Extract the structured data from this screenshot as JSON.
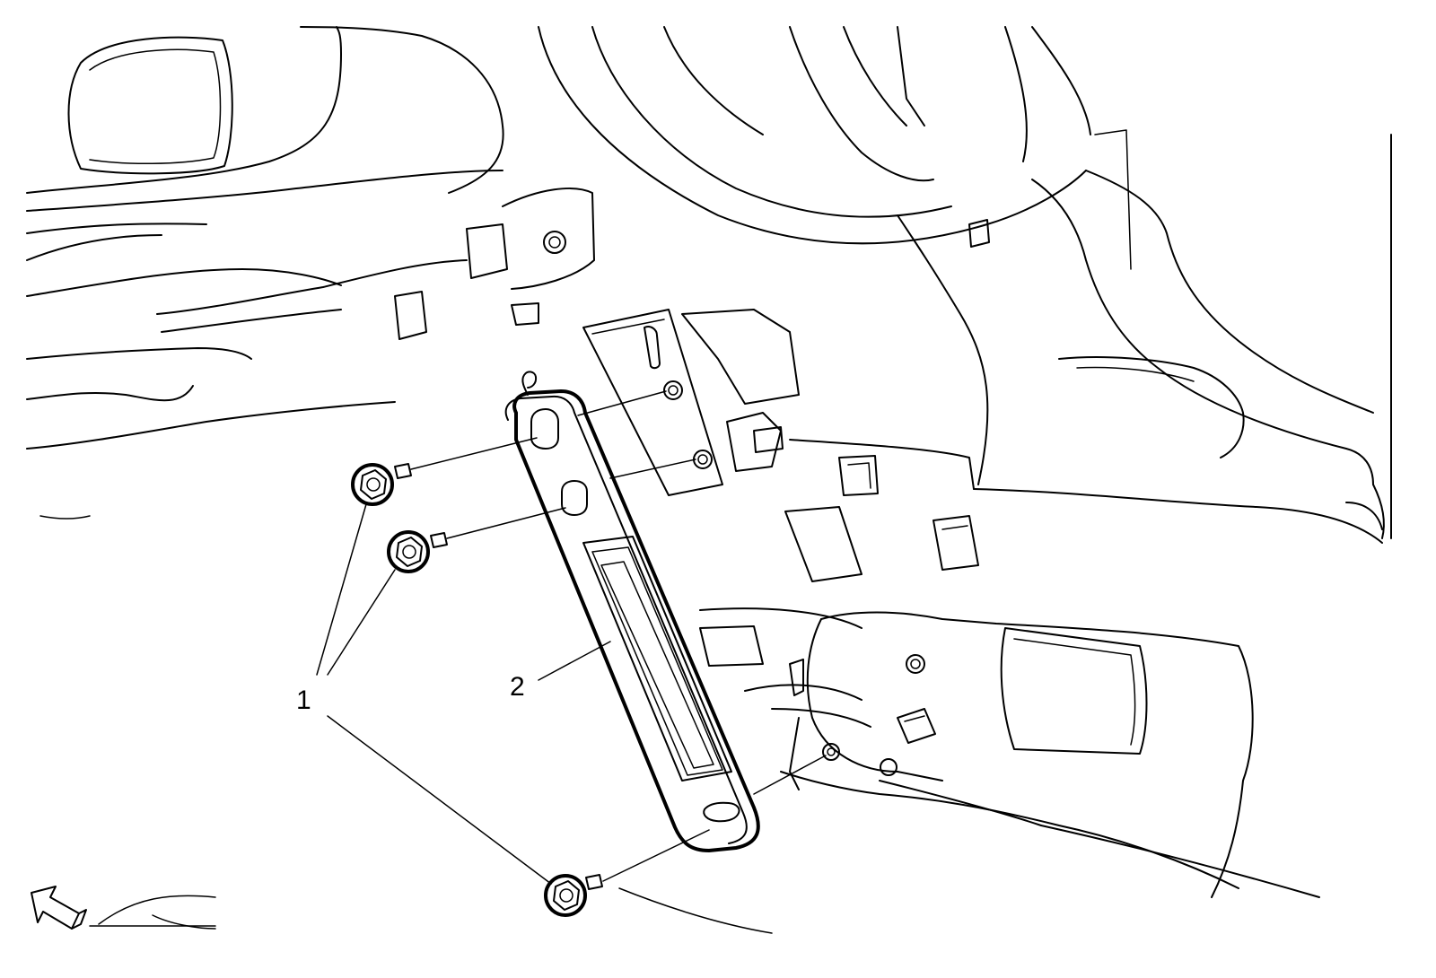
{
  "callouts": [
    {
      "id": "fasteners",
      "label": "1"
    },
    {
      "id": "brace",
      "label": "2"
    }
  ],
  "orientation_icon": "front-direction-arrow-icon"
}
